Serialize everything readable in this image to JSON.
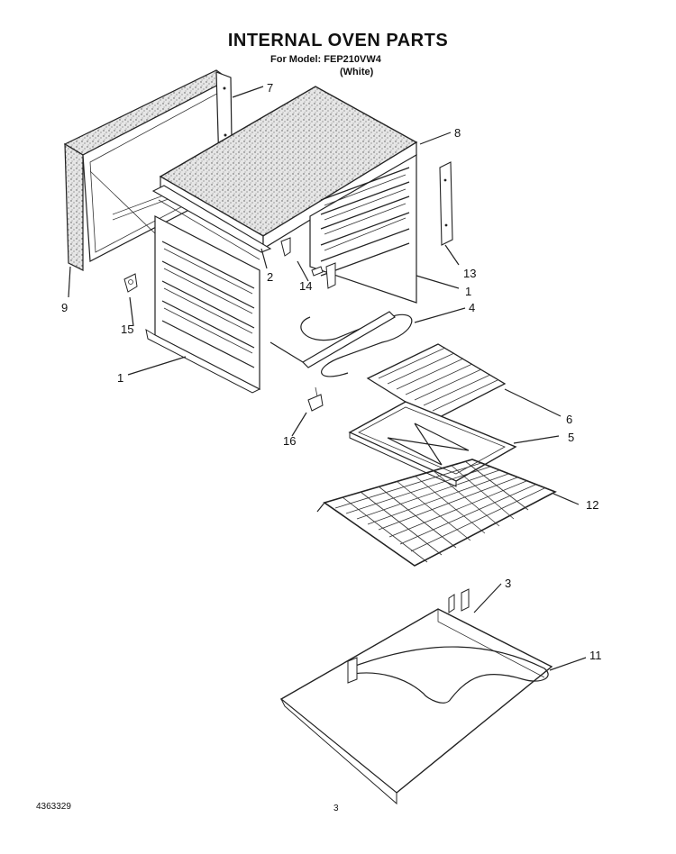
{
  "header": {
    "title": "INTERNAL OVEN PARTS",
    "model_line": "For Model: FEP210VW4",
    "color_line": "(White)"
  },
  "callouts": {
    "c1a": "1",
    "c1b": "1",
    "c2": "2",
    "c3": "3",
    "c4": "4",
    "c5": "5",
    "c6": "6",
    "c7": "7",
    "c8": "8",
    "c9": "9",
    "c11": "11",
    "c12": "12",
    "c13": "13",
    "c14": "14",
    "c15": "15",
    "c16": "16"
  },
  "footer": {
    "doc_number": "4363329",
    "page_number": "3"
  }
}
